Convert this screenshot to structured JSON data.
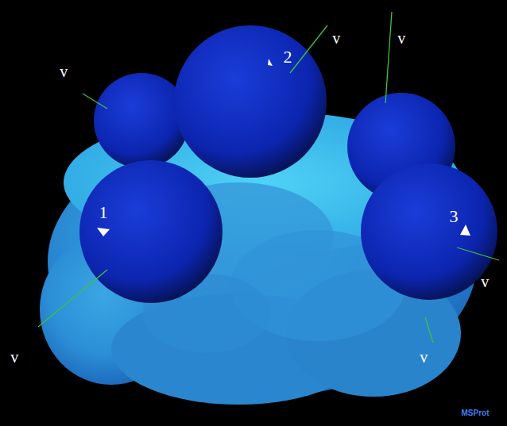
{
  "diagram": {
    "labels": [
      "v⃗",
      "v⃗",
      "v⃗",
      "2",
      "1",
      "3",
      "v⃗",
      "v⃗",
      "v⃗",
      "MSProt"
    ]
  }
}
